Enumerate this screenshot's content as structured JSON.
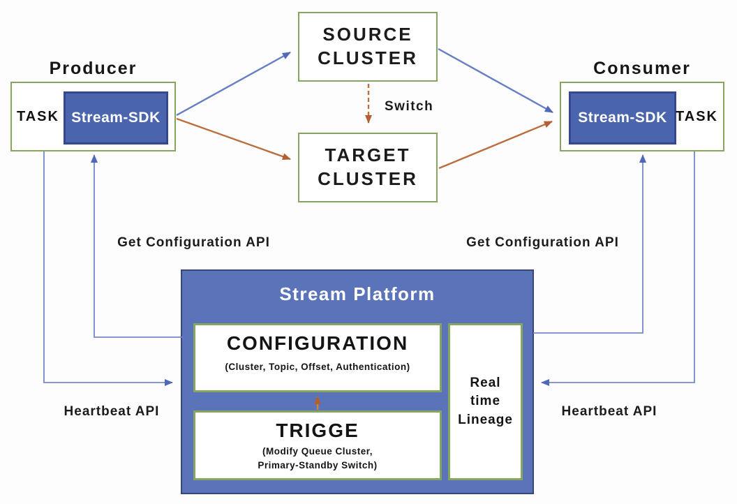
{
  "diagram": {
    "producer": {
      "title": "Producer",
      "task_label": "TASK",
      "sdk_label": "Stream-SDK"
    },
    "consumer": {
      "title": "Consumer",
      "task_label": "TASK",
      "sdk_label": "Stream-SDK"
    },
    "source_cluster": {
      "line1": "SOURCE",
      "line2": "CLUSTER"
    },
    "target_cluster": {
      "line1": "TARGET",
      "line2": "CLUSTER"
    },
    "switch_label": "Switch",
    "platform": {
      "title": "Stream Platform",
      "configuration": {
        "title": "CONFIGURATION",
        "subtitle": "(Cluster, Topic, Offset, Authentication)"
      },
      "trigger": {
        "title": "TRIGGE",
        "subtitle_line1": "(Modify Queue Cluster,",
        "subtitle_line2": "Primary-Standby Switch)"
      },
      "lineage": {
        "line1": "Real",
        "line2": "time",
        "line3": "Lineage"
      }
    },
    "api_labels": {
      "get_config_left": "Get Configuration API",
      "get_config_right": "Get Configuration API",
      "heartbeat_left": "Heartbeat API",
      "heartbeat_right": "Heartbeat API"
    },
    "colors": {
      "green_border": "#84a65e",
      "platform_fill": "#5b74b9",
      "platform_border": "#37457c",
      "sdk_fill": "#4a65ad",
      "sdk_border": "#35488f",
      "connector_blue": "#7588c8",
      "arrow_blue": "#4f68b8",
      "diagonal_blue": "#667fc4",
      "arrow_orange": "#b35f31",
      "line_orange": "#bb6d3d"
    }
  }
}
